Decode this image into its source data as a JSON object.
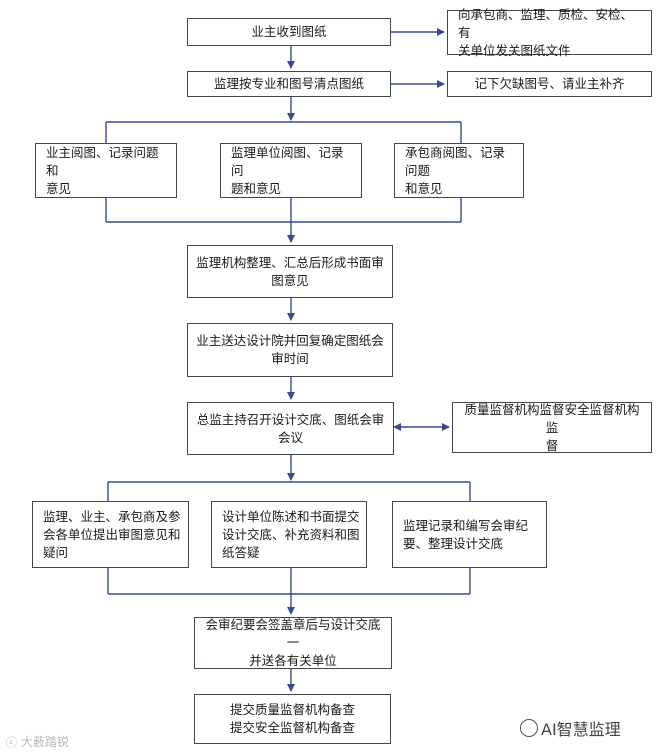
{
  "nodes": {
    "n1": "业主收到图纸",
    "side1": "向承包商、监理、质检、安检、有\n关单位发关图纸文件",
    "n2": "监理按专业和图号清点图纸",
    "side2": "记下欠缺图号、请业主补齐",
    "r1a": "业主阅图、记录问题和\n意见",
    "r1b": "监理单位阅图、记录问\n题和意见",
    "r1c": "承包商阅图、记录问题\n和意见",
    "n3": "监理机构整理、汇总后形成书面审\n图意见",
    "n4": "业主送达设计院并回复确定图纸会\n审时间",
    "n5": "总监主持召开设计交底、图纸会审\n会议",
    "side3": "质量监督机构监督安全监督机构监\n督",
    "r2a": "监理、业主、承包商及参\n会各单位提出审图意见和\n疑问",
    "r2b": "设计单位陈述和书面提交\n设计交底、补充资料和图\n纸答疑",
    "r2c": "监理记录和编写会审纪\n要、整理设计交底",
    "n6": "会审纪要会签盖章后与设计交底一\n并送各有关单位",
    "n7": "提交质量监督机构备查\n提交安全监督机构备查"
  },
  "watermark_left": "大薮踏锐",
  "brand": "AI智慧监理",
  "colors": {
    "line": "#3a4a8a",
    "border": "#3f4750"
  }
}
